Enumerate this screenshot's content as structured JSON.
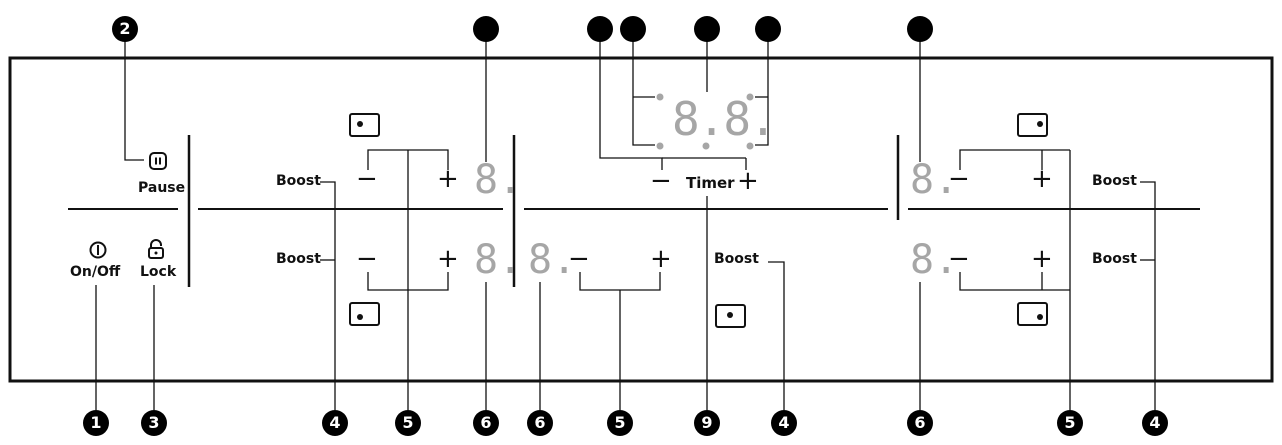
{
  "controls": {
    "on_off_label": "On/Off",
    "lock_label": "Lock",
    "pause_label": "Pause",
    "timer_label": "Timer",
    "boost_label": "Boost",
    "minus_symbol": "−",
    "plus_symbol": "+"
  },
  "displays": {
    "zone_display": "8.",
    "timer_display": "8.8."
  },
  "callouts": {
    "top": [
      "2",
      "",
      "",
      "",
      "",
      "",
      ""
    ],
    "bottom": [
      "1",
      "3",
      "4",
      "5",
      "6",
      "6",
      "5",
      "9",
      "4",
      "6",
      "5",
      "4"
    ]
  },
  "icons": [
    "power-icon",
    "lock-icon",
    "pause-icon",
    "cooking-zone-icon"
  ]
}
